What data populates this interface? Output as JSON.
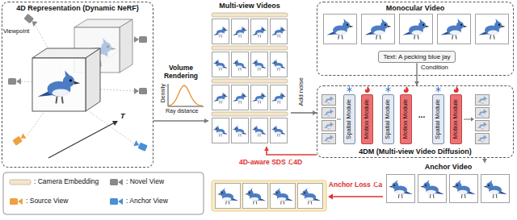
{
  "diagram": {
    "nodes": [
      {
        "text": [
          "4D Representation (Dynamic NeRF)"
        ]
      },
      {
        "text": [
          "Multi-view Videos"
        ]
      },
      {
        "text": [
          "Monocular Video"
        ]
      },
      {
        "text": [
          "Text: A pecking blue jay"
        ],
        "in": 2
      },
      {
        "text": [
          "4DM (Multi-view Video Diffusion)"
        ]
      },
      {
        "text": [
          "Spatial Module"
        ],
        "in": 4
      },
      {
        "text": [
          "Motion Module"
        ],
        "in": 4
      },
      {
        "text": [
          "Spatial Module"
        ],
        "in": 4
      },
      {
        "text": [
          "Motion Module"
        ],
        "in": 4
      },
      {
        "text": [
          "Spatial Module"
        ],
        "in": 4
      },
      {
        "text": [
          "Motion Module"
        ],
        "in": 4
      },
      {
        "text": [
          "Anchor Video"
        ]
      }
    ],
    "edges": [
      {
        "from": 0,
        "to": 1,
        "arrow": "to",
        "label": "Volume Rendering"
      },
      {
        "from": 1,
        "to": 4,
        "arrow": "to",
        "label": "Add noise"
      },
      {
        "from": 3,
        "to": 4,
        "arrow": "to",
        "label": "Condition"
      },
      {
        "from": 4,
        "to": 11,
        "arrow": "to"
      },
      {
        "from": 4,
        "to": 1,
        "arrow": "to",
        "label": "4D-aware SDS ℒ4D"
      }
    ],
    "labels": [
      "Viewpoint",
      "T",
      "Density",
      "Ray distance",
      "...",
      "Anchor Loss ℒa"
    ],
    "legend": [
      {
        "text": ": Camera Embedding"
      },
      {
        "text": ": Novel View"
      },
      {
        "text": ": Source View"
      },
      {
        "text": ": Anchor View"
      }
    ]
  }
}
